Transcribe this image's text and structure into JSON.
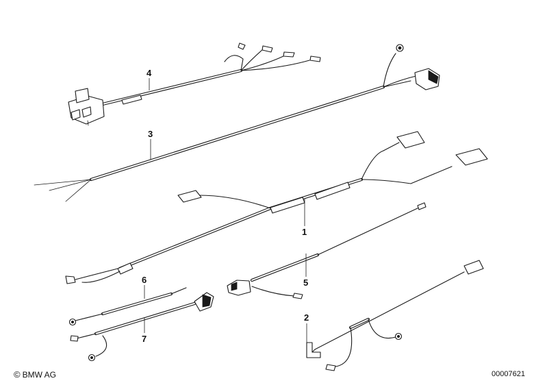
{
  "callouts": {
    "p1": "1",
    "p2": "2",
    "p3": "3",
    "p4": "4",
    "p5": "5",
    "p6": "6",
    "p7": "7"
  },
  "footer": {
    "copyright_symbol": "©",
    "brand": "BMW AG",
    "document_number": "00007621"
  }
}
